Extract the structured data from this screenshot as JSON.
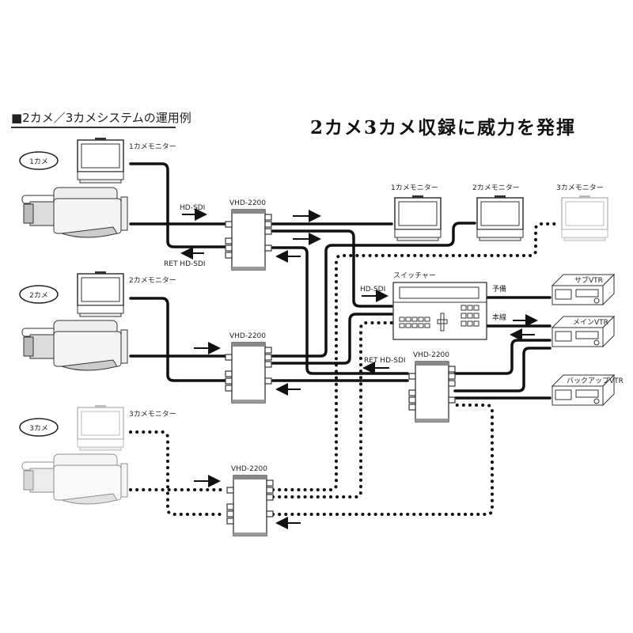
{
  "header": {
    "section_title": "■2カメ／3カメシステムの運用例",
    "headline": "2カメ3カメ収録に威力を発揮"
  },
  "cameras": [
    {
      "badge": "1カメ",
      "monitor_label": "1カメモニター"
    },
    {
      "badge": "2カメ",
      "monitor_label": "2カメモニター"
    },
    {
      "badge": "3カメ",
      "monitor_label": "3カメモニター"
    }
  ],
  "converter_label": "VHD-2200",
  "signals": {
    "hd_sdi": "HD-SDI",
    "ret_hd_sdi": "RET HD-SDI"
  },
  "monitors": [
    "1カメモニター",
    "2カメモニター",
    "3カメモニター"
  ],
  "switcher": {
    "label": "スイッチャー",
    "out_spare": "予備",
    "out_main": "本線"
  },
  "vtrs": [
    "サブVTR",
    "メインVTR",
    "バックアップVTR"
  ],
  "colors": {
    "cable": "#111111",
    "inactive_equipment": "#bbbbbb"
  }
}
